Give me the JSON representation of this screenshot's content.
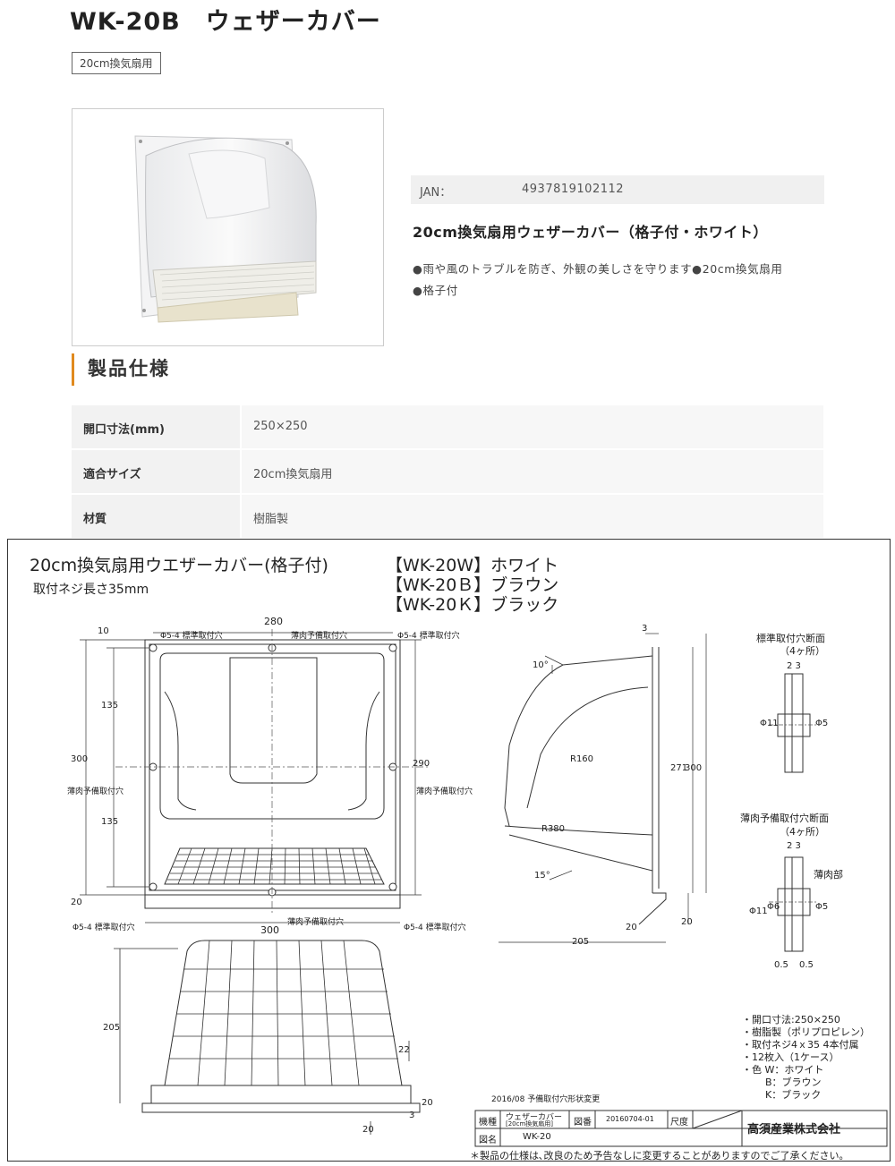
{
  "header": {
    "title": "WK-20B　ウェザーカバー",
    "tag": "20cm換気扇用"
  },
  "product": {
    "jan_label": "JAN：",
    "jan_value": "4937819102112",
    "name": "20cm換気扇用ウェザーカバー（格子付・ホワイト）",
    "feature_line1": "●雨や風のトラブルを防ぎ、外観の美しさを守ります●20cm換気扇用",
    "feature_line2": "●格子付"
  },
  "specs": {
    "heading": "製品仕様",
    "rows": [
      {
        "key": "開口寸法(mm)",
        "value": "250×250"
      },
      {
        "key": "適合サイズ",
        "value": "20cm換気扇用"
      },
      {
        "key": "材質",
        "value": "樹脂製"
      }
    ]
  },
  "drawing": {
    "title": "20cm換気扇用ウエザーカバー(格子付)",
    "variant_w": "【WK-20W】ホワイト",
    "variant_b": "【WK-20Ｂ】ブラウン",
    "variant_k": "【WK-20Ｋ】ブラック",
    "screw": "取付ネジ長さ35mm",
    "dims": {
      "d280": "280",
      "d300_bottom": "300",
      "d10": "10",
      "d135a": "135",
      "d135b": "135",
      "d300_left": "300",
      "d290": "290",
      "d20": "20",
      "d205": "205",
      "d22": "22",
      "d20b": "20",
      "d3b": "3",
      "d20c": "20",
      "s3": "3",
      "s10deg": "10°",
      "sR160": "R160",
      "sR380": "R380",
      "s15deg": "15°",
      "s271": "271",
      "s300": "300",
      "s20": "20",
      "s205": "205",
      "s20r": "20"
    },
    "labels": {
      "std_hole_tl": "Φ5-4 標準取付穴",
      "thin_hole_top": "薄肉予備取付穴",
      "std_hole_tr": "Φ5-4 標準取付穴",
      "thin_hole_left": "薄肉予備取付穴",
      "thin_hole_right": "薄肉予備取付穴",
      "std_hole_bl": "Φ5-4 標準取付穴",
      "thin_hole_bottom": "薄肉予備取付穴",
      "std_hole_br": "Φ5-4 標準取付穴"
    },
    "section1": {
      "title": "標準取付穴断面",
      "count": "（4ヶ所）",
      "d23": "2 3",
      "phi11": "Φ11",
      "phi5": "Φ5"
    },
    "section2": {
      "title": "薄肉予備取付穴断面",
      "count": "（4ヶ所）",
      "d23": "2 3",
      "thin": "薄肉部",
      "phi11": "Φ11",
      "phi6": "Φ6",
      "phi5": "Φ5",
      "d05a": "0.5",
      "d05b": "0.5"
    },
    "notes": [
      "・開口寸法:250×250",
      "・樹脂製（ポリプロピレン）",
      "・取付ネジ4ｘ35  4本付属",
      "・12枚入（1ケース）",
      "・色 W：ホワイト",
      "B：ブラウン",
      "K：ブラック"
    ],
    "revision": "2016/08 予備取付穴形状変更",
    "titleblock": {
      "kishu_label": "機種",
      "kishu_value1": "ウェザーカバー",
      "kishu_value2": "[20cm換気扇用]",
      "zuban_label": "図番",
      "zuban_value": "20160704-01",
      "shakudo_label": "尺度",
      "zumei_label": "図名",
      "zumei_value": "WK-20",
      "company": "高須産業株式会社"
    },
    "footnote": "＊製品の仕様は､改良のため予告なしに変更することがありますのでご了承ください｡"
  }
}
